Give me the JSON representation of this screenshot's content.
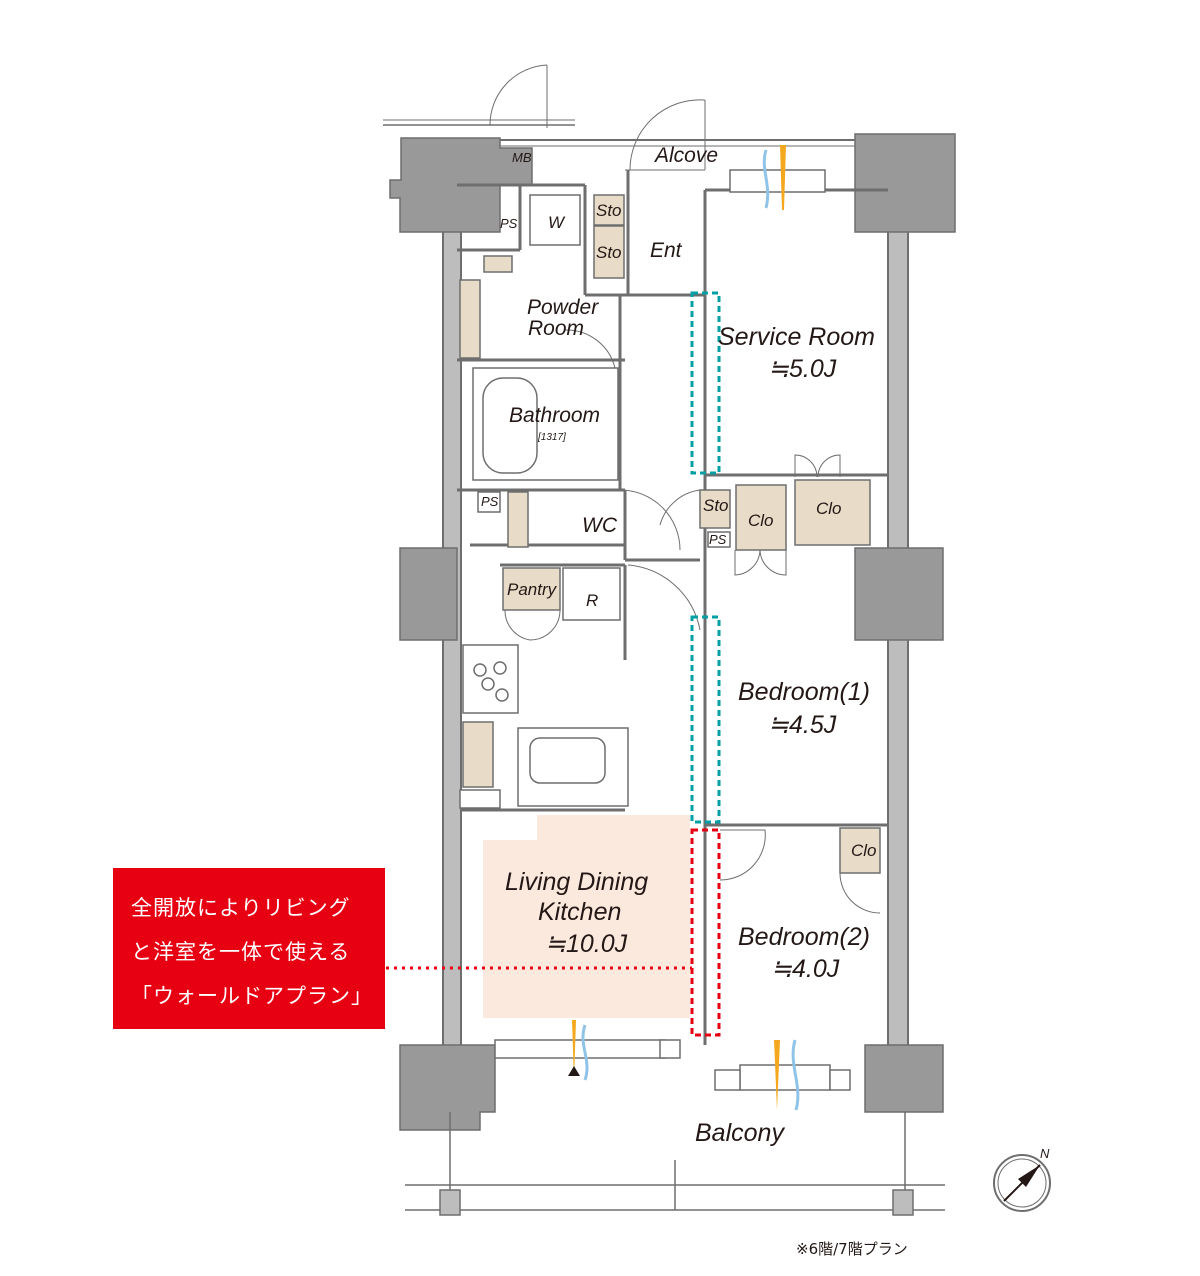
{
  "rooms": {
    "alcove": "Alcove",
    "mb": "MB",
    "ps1": "PS",
    "washer": "W",
    "storage1": "Sto",
    "storage2": "Sto",
    "entrance": "Ent",
    "powder_room_l1": "Powder",
    "powder_room_l2": "Room",
    "service_room": "Service Room",
    "service_room_size": "≒5.0J",
    "bathroom": "Bathroom",
    "bathroom_size": "[1317]",
    "ps2": "PS",
    "wc": "WC",
    "storage3": "Sto",
    "ps3": "PS",
    "closet1": "Clo",
    "closet2": "Clo",
    "pantry": "Pantry",
    "refrigerator": "R",
    "bedroom1": "Bedroom(1)",
    "bedroom1_size": "≒4.5J",
    "closet3": "Clo",
    "ldk_l1": "Living Dining",
    "ldk_l2": "Kitchen",
    "ldk_size": "≒10.0J",
    "bedroom2": "Bedroom(2)",
    "bedroom2_size": "≒4.0J",
    "balcony": "Balcony"
  },
  "callout": {
    "line1": "全開放によりリビング",
    "line2": "と洋室を一体で使える",
    "line3": "「ウォールドアプラン」"
  },
  "compass": {
    "north": "N"
  },
  "note": "※6階/7階プラン",
  "colors": {
    "wall": "#888888",
    "pillar": "#999999",
    "fixture": "#e8dcc8",
    "ldk_highlight": "#fbe9de",
    "teal_dash": "#00a0a6",
    "red_dash": "#e60012",
    "callout": "#e60012"
  }
}
